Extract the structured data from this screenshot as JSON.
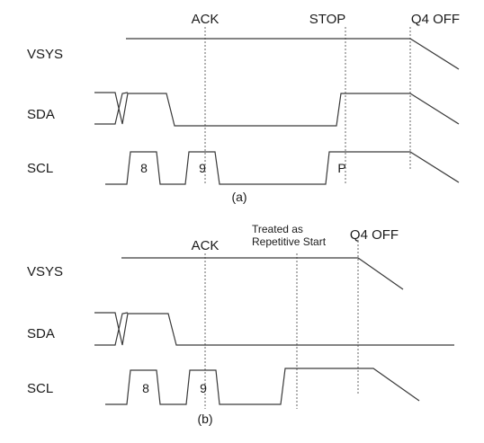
{
  "diagram_a": {
    "markers": {
      "ack": "ACK",
      "stop": "STOP",
      "q4_off": "Q4 OFF"
    },
    "signals": {
      "vsys": "VSYS",
      "sda": "SDA",
      "scl": "SCL"
    },
    "pulses": {
      "p8": "8",
      "p9": "9",
      "p": "P"
    },
    "caption": "(a)"
  },
  "diagram_b": {
    "markers": {
      "ack": "ACK",
      "treated_1": "Treated as",
      "treated_2": "Repetitive Start",
      "q4_off": "Q4 OFF"
    },
    "signals": {
      "vsys": "VSYS",
      "sda": "SDA",
      "scl": "SCL"
    },
    "pulses": {
      "p8": "8",
      "p9": "9"
    },
    "caption": "(b)"
  }
}
